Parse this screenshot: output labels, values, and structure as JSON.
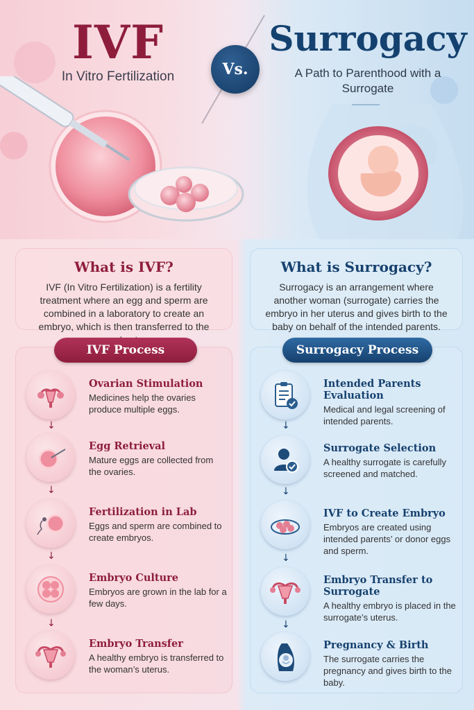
{
  "hero": {
    "ivf_title": "IVF",
    "ivf_subtitle": "In Vitro Fertilization",
    "vs_label": "Vs.",
    "surrogacy_title": "Surrogacy",
    "surrogacy_subtitle": "A Path to Parenthood with a Surrogate"
  },
  "ivf_intro": {
    "heading": "What is IVF?",
    "body": "IVF (In Vitro Fertilization) is a fertility treatment where an egg and sperm are combined in a laboratory to create an embryo, which is then transferred to the woman’s uterus."
  },
  "surrogacy_intro": {
    "heading": "What is Surrogacy?",
    "body": "Surrogacy is an arrangement where another woman (surrogate) carries the embryo in her uterus and gives birth to the baby on behalf of the intended parents."
  },
  "ivf_process": {
    "label": "IVF Process",
    "steps": [
      {
        "title": "Ovarian Stimulation",
        "desc": "Medicines help the ovaries produce multiple eggs.",
        "icon": "ovary-icon"
      },
      {
        "title": "Egg Retrieval",
        "desc": "Mature eggs are collected from the ovaries.",
        "icon": "egg-retrieval-icon"
      },
      {
        "title": "Fertilization in Lab",
        "desc": "Eggs and sperm are combined to create embryos.",
        "icon": "sperm-egg-icon"
      },
      {
        "title": "Embryo Culture",
        "desc": "Embryos are grown in the lab for a few days.",
        "icon": "embryo-cells-icon"
      },
      {
        "title": "Embryo Transfer",
        "desc": "A healthy embryo is transferred to the woman’s uterus.",
        "icon": "uterus-icon"
      }
    ]
  },
  "surrogacy_process": {
    "label": "Surrogacy Process",
    "steps": [
      {
        "title": "Intended Parents Evaluation",
        "desc": "Medical and legal screening of intended parents.",
        "icon": "checklist-icon"
      },
      {
        "title": "Surrogate Selection",
        "desc": "A healthy surrogate is carefully screened and matched.",
        "icon": "person-check-icon"
      },
      {
        "title": "IVF to Create Embryo",
        "desc": "Embryos are created using intended parents’ or donor eggs and sperm.",
        "icon": "petri-dish-icon"
      },
      {
        "title": "Embryo Transfer to Surrogate",
        "desc": "A healthy embryo is placed in the surrogate’s uterus.",
        "icon": "uterus-icon"
      },
      {
        "title": "Pregnancy & Birth",
        "desc": "The surrogate carries the pregnancy and gives birth to the baby.",
        "icon": "pregnant-woman-icon"
      }
    ]
  },
  "colors": {
    "ivf_accent": "#8e1d3c",
    "surrogacy_accent": "#16416e"
  }
}
